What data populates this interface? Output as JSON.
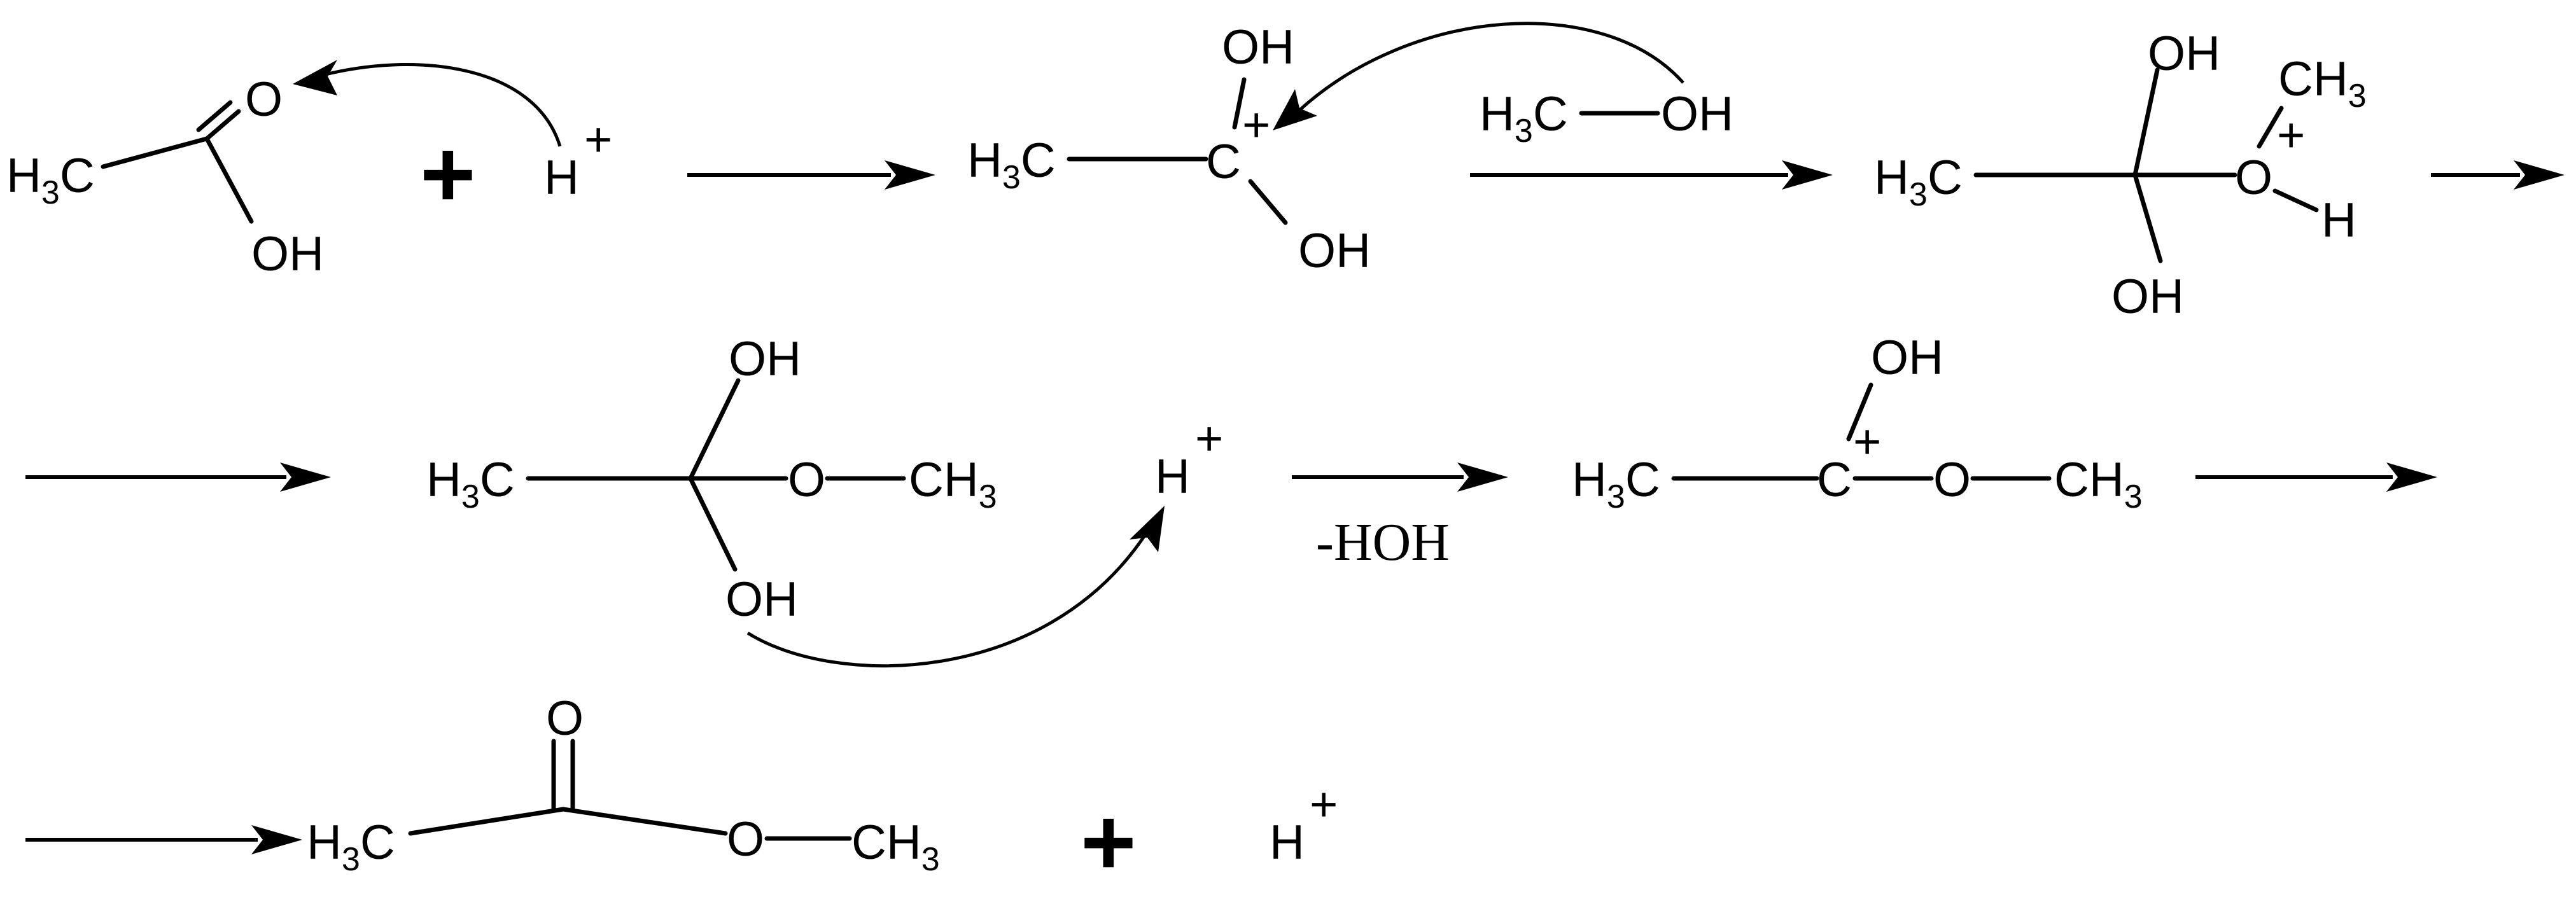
{
  "labels": {
    "ch3": "CH",
    "h3": "H",
    "c": "C",
    "o": "O",
    "oh": "OH",
    "h": "H",
    "sub3": "3",
    "plus": "+",
    "big_plus": "+",
    "methanol_o": "OH",
    "leaving_group": "-HOH"
  },
  "colors": {
    "ink": "#000000",
    "background": "#ffffff"
  }
}
